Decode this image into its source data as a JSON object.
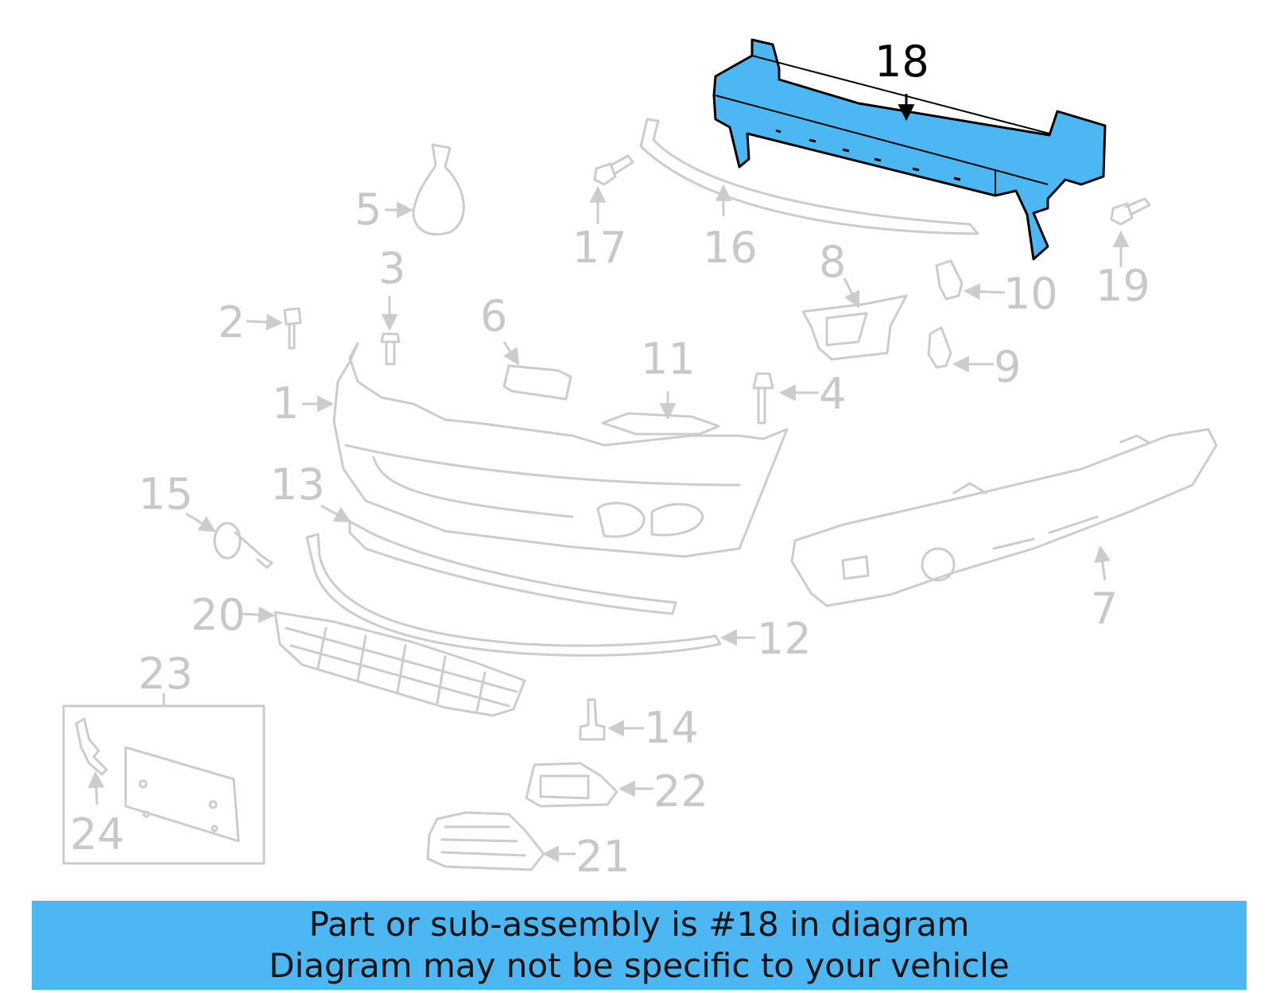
{
  "highlight_color": "#4cb8f3",
  "highlighted_part": "18",
  "labels": {
    "p1": "1",
    "p2": "2",
    "p3": "3",
    "p4": "4",
    "p5": "5",
    "p6": "6",
    "p7": "7",
    "p8": "8",
    "p9": "9",
    "p10": "10",
    "p11": "11",
    "p12": "12",
    "p13": "13",
    "p14": "14",
    "p15": "15",
    "p16": "16",
    "p17": "17",
    "p18": "18",
    "p19": "19",
    "p20": "20",
    "p21": "21",
    "p22": "22",
    "p23": "23",
    "p24": "24"
  },
  "banner": {
    "line1": "Part or sub-assembly is #18 in diagram",
    "line2": "Diagram may not be specific to your vehicle"
  }
}
